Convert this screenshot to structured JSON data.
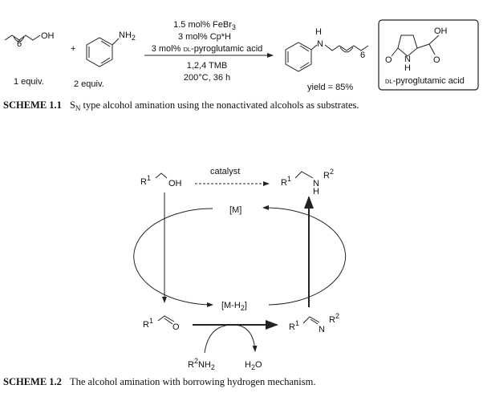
{
  "scheme1": {
    "reactant1": {
      "group": "OH",
      "repeat": "6",
      "equiv": "1 equiv."
    },
    "plus": "+",
    "reactant2": {
      "group": "NH",
      "group_sub": "2",
      "equiv": "2 equiv."
    },
    "conditions": {
      "line1": "1.5 mol% FeBr",
      "line1_sub": "3",
      "line2": "3 mol% Cp*H",
      "line3_prefix": "3 mol% ",
      "line3_sc": "DL",
      "line3_rest": "-pyroglutamic acid",
      "line4": "1,2,4 TMB",
      "line5": "200°C, 36 h"
    },
    "product": {
      "h": "H",
      "n": "N",
      "repeat": "6",
      "yield": "yield = 85%"
    },
    "box": {
      "oh": "OH",
      "o1": "O",
      "o2": "O",
      "n": "N",
      "h": "H",
      "label_sc": "DL",
      "label_rest": "-pyroglutamic acid"
    },
    "caption": {
      "label": "SCHEME 1.1",
      "text_pre": "S",
      "text_sub": "N",
      "text_post": " type alcohol amination using the nonactivated alcohols as substrates."
    }
  },
  "scheme2": {
    "alcohol": {
      "r": "R",
      "r_sup": "1",
      "oh": "OH"
    },
    "catalyst": "catalyst",
    "amine_product": {
      "r": "R",
      "r_sup": "1",
      "n": "N",
      "h": "H",
      "r2": "R",
      "r2_sup": "2"
    },
    "metal": "[M]",
    "metal_hydride": "[M-H",
    "metal_hydride_sub": "2",
    "metal_hydride_end": "]",
    "aldehyde": {
      "r": "R",
      "r_sup": "1",
      "o": "O"
    },
    "imine": {
      "r": "R",
      "r_sup": "1",
      "n": "N",
      "r2": "R",
      "r2_sup": "2"
    },
    "reagent": {
      "r": "R",
      "r_sup": "2",
      "nh": "NH",
      "nh_sub": "2"
    },
    "byproduct": {
      "h": "H",
      "h_sub": "2",
      "o": "O"
    },
    "caption": {
      "label": "SCHEME 1.2",
      "text": "The alcohol amination with borrowing hydrogen mechanism."
    }
  }
}
